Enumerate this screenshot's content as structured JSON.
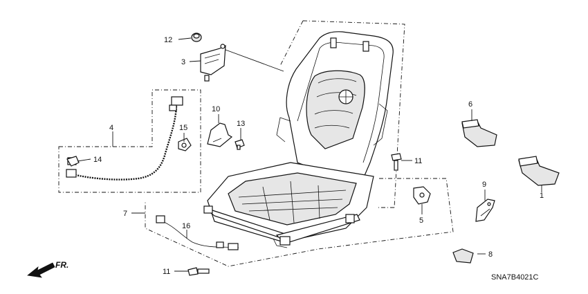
{
  "diagram": {
    "callouts": {
      "c1": "1",
      "c3": "3",
      "c4": "4",
      "c5": "5",
      "c6": "6",
      "c7": "7",
      "c8": "8",
      "c9": "9",
      "c10": "10",
      "c11a": "11",
      "c11b": "11",
      "c12": "12",
      "c13": "13",
      "c14": "14",
      "c15": "15",
      "c16": "16"
    },
    "direction_label": "FR.",
    "diagram_code": "SNA7B4021C"
  }
}
